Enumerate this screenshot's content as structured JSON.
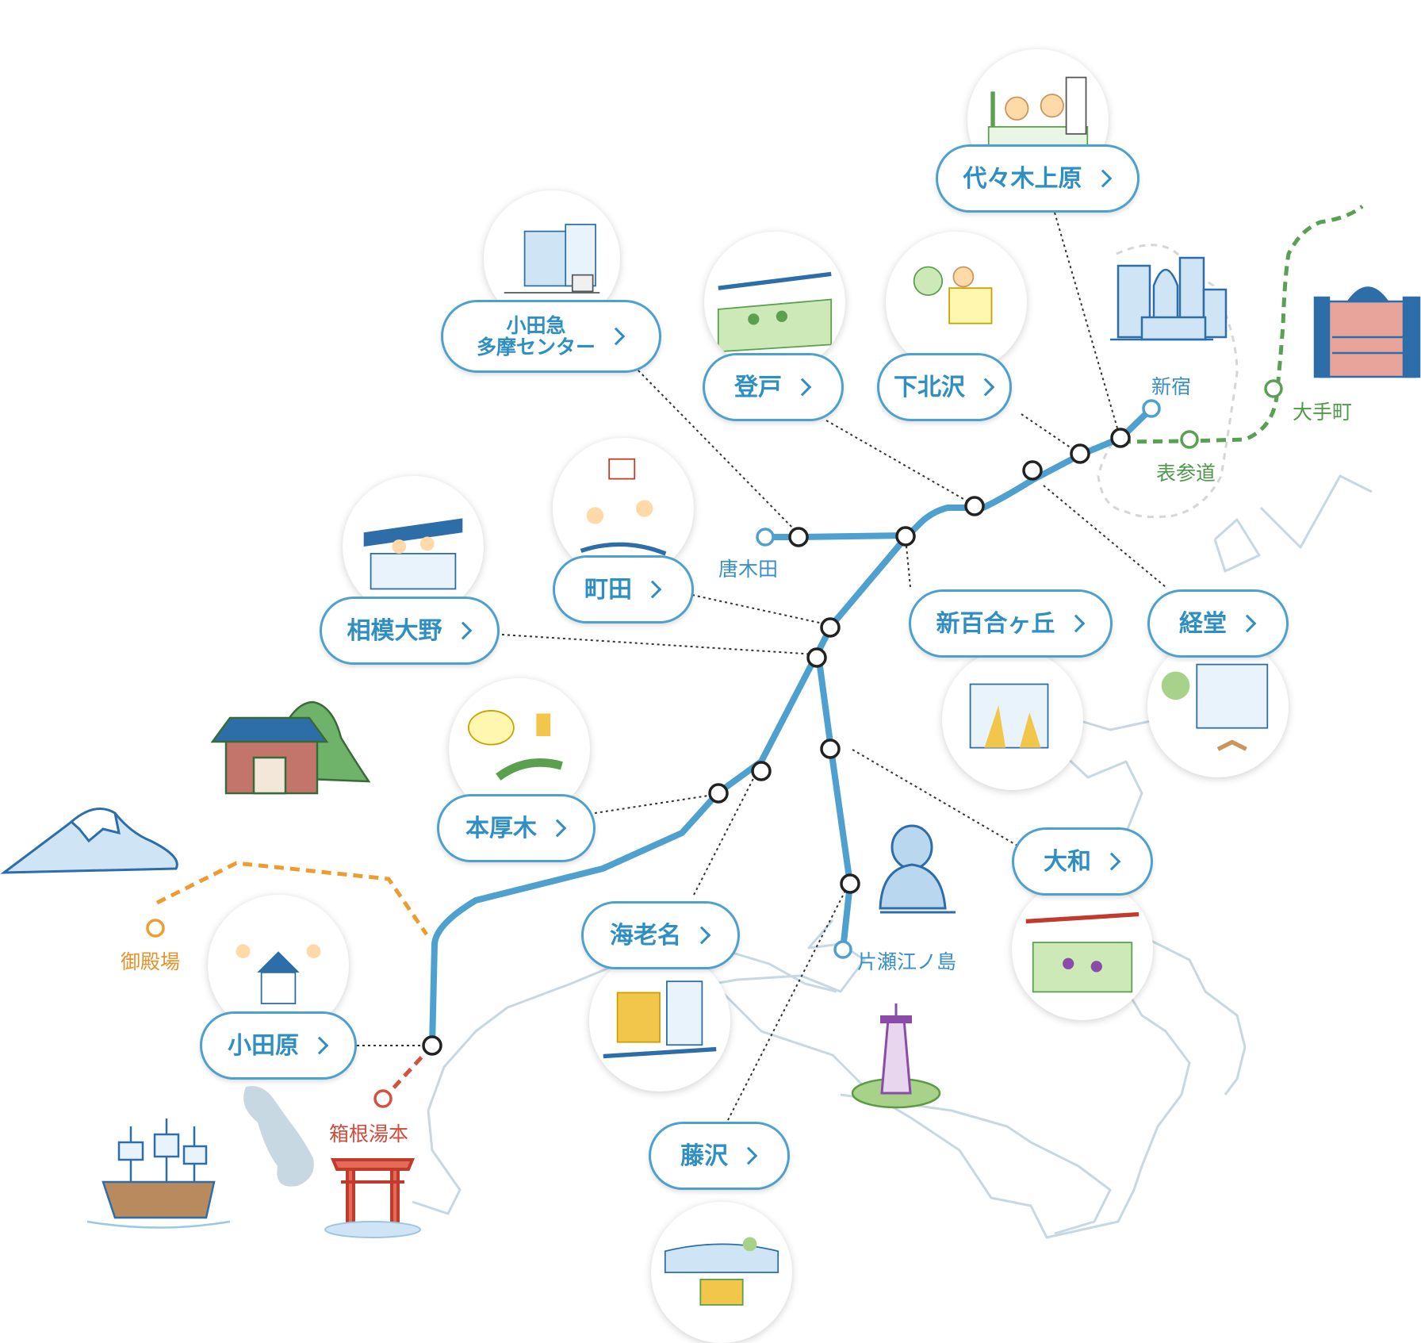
{
  "colors": {
    "odakyu_line": "#4ea0cf",
    "chiyoda_line": "#59a152",
    "gotemba_line": "#ef9b30",
    "hakone_line": "#d5513f",
    "coastline": "#c7d8e2",
    "label_text": "#2f8ec2"
  },
  "stations": {
    "yoyogi_uehara": "代々木上原",
    "odakyu_tama_center_line1": "小田急",
    "odakyu_tama_center_line2": "多摩センター",
    "noborito": "登戸",
    "shimokitazawa": "下北沢",
    "machida": "町田",
    "sagami_ono": "相模大野",
    "shinyurigaoka": "新百合ヶ丘",
    "kyodo": "経堂",
    "hon_atsugi": "本厚木",
    "yamato": "大和",
    "ebina": "海老名",
    "odawara": "小田原",
    "fujisawa": "藤沢"
  },
  "terminals": {
    "shinjuku": "新宿",
    "omotesando": "表参道",
    "otemachi": "大手町",
    "karakida": "唐木田",
    "katase_enoshima": "片瀬江ノ島",
    "gotemba": "御殿場",
    "hakone_yumoto": "箱根湯本"
  },
  "illustrations": {
    "yoyogi_uehara": "cafe-market-illustration",
    "odakyu_tama_center": "tama-center-buildings-illustration",
    "noborito": "tama-river-illustration",
    "shimokitazawa": "curry-festival-illustration",
    "machida": "basketball-park-illustration",
    "sagami_ono": "market-stall-illustration",
    "shinyurigaoka": "art-building-illustration",
    "kyodo": "dog-walk-illustration",
    "hon_atsugi": "beer-food-illustration",
    "yamato": "iris-garden-illustration",
    "ebina": "station-plaza-illustration",
    "odawara": "odawara-castle-illustration",
    "fujisawa": "enoshima-coast-illustration"
  },
  "landmarks": {
    "shinjuku": "shinjuku-skyscrapers-icon",
    "tokyo_station": "tokyo-station-icon",
    "temple": "mountain-temple-icon",
    "fuji": "mount-fuji-icon",
    "kamakura": "great-buddha-icon",
    "enoshima": "enoshima-tower-icon",
    "pirate_ship": "pirate-ship-icon",
    "torii": "torii-gate-icon"
  }
}
